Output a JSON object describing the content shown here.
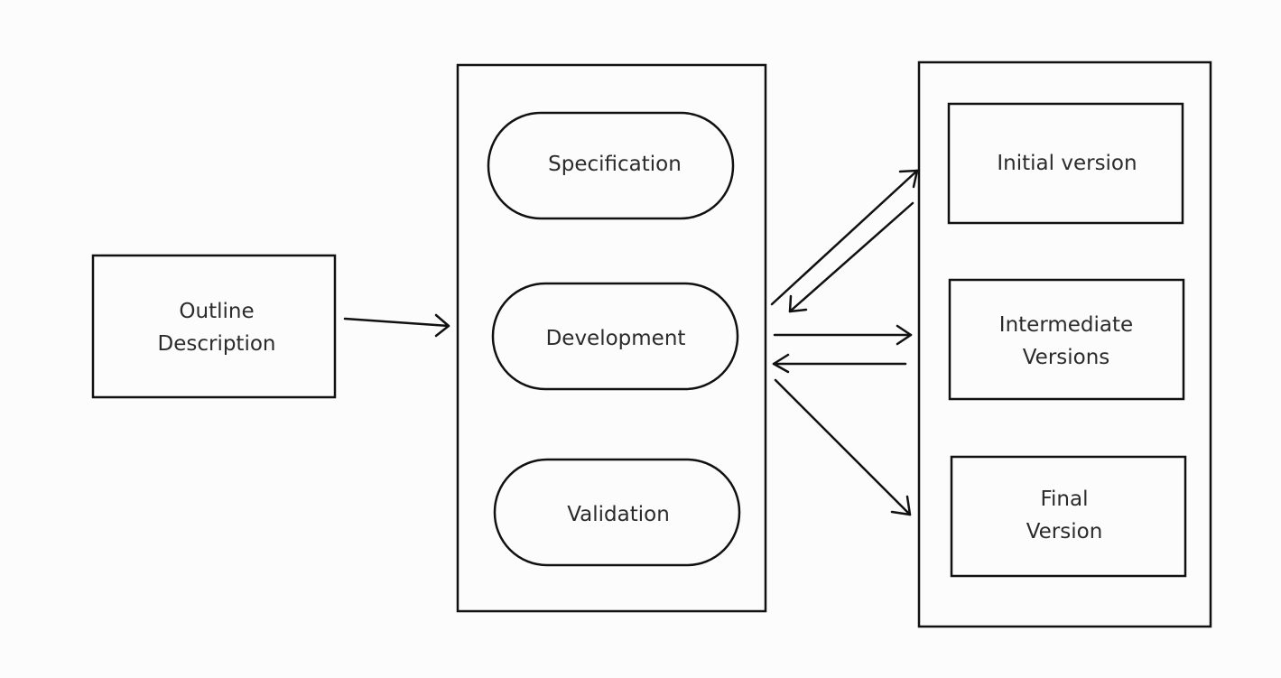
{
  "diagram": {
    "outline": {
      "line1": "Outline",
      "line2": "Description"
    },
    "activities": {
      "specification": "Specification",
      "development": "Development",
      "validation": "Validation"
    },
    "versions": {
      "initial": "Initial version",
      "intermediate_line1": "Intermediate",
      "intermediate_line2": "Versions",
      "final_line1": "Final",
      "final_line2": "Version"
    }
  }
}
